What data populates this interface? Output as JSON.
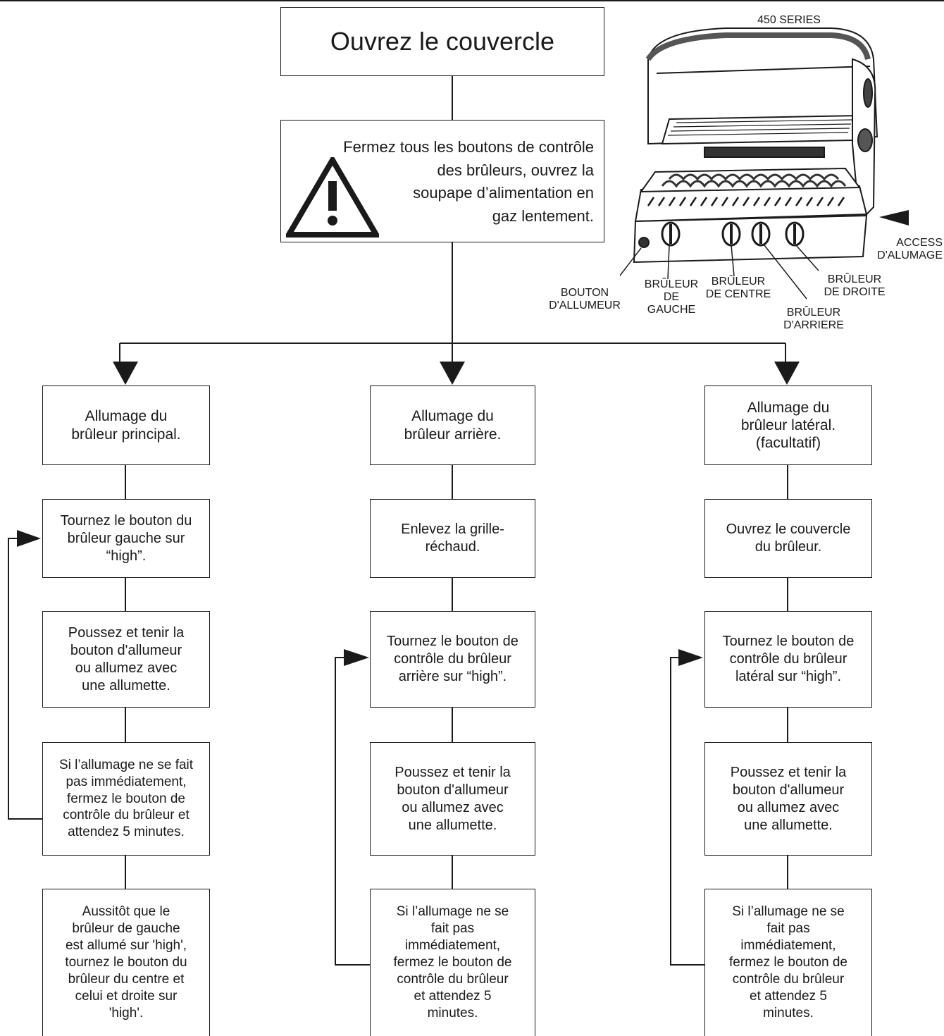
{
  "step_open_lid": "Ouvrez le couvercle",
  "step_close_knobs": "Fermez tous les boutons de contrôle\ndes brûleurs, ouvrez la\nsoupape d’alimentation en\ngaz lentement.",
  "grill": {
    "series": "450 SERIES",
    "labels": {
      "bouton_allumeur": "BOUTON\nD'ALLUMEUR",
      "bruleur_gauche": "BRÛLEUR\nDE\nGAUCHE",
      "bruleur_centre": "BRÛLEUR\nDE CENTRE",
      "bruleur_arriere": "BRÛLEUR\nD'ARRIERE",
      "bruleur_droite": "BRÛLEUR\nDE DROITE",
      "access": "ACCESS\nD'ALUMAGE"
    }
  },
  "branches": {
    "main": {
      "title": "Allumage du\nbrûleur principal.",
      "steps": [
        "Tournez le bouton du\nbrûleur gauche sur\n“high”.",
        "Poussez et tenir la\nbouton d'allumeur\nou allumez avec\nune allumette.",
        "Si l’allumage ne se fait\npas immédiatement,\nfermez le bouton de\ncontrôle du brûleur et\nattendez 5 minutes.",
        "Aussitôt que le\nbrûleur de gauche\nest allumé sur 'high',\ntournez le bouton du\nbrûleur du centre et\ncelui et droite sur\n'high'."
      ]
    },
    "rear": {
      "title": "Allumage du\nbrûleur arrière.",
      "steps": [
        "Enlevez la grille-\nréchaud.",
        "Tournez le bouton de\ncontrôle du brûleur\narrière sur “high”.",
        "Poussez et tenir la\nbouton d'allumeur\nou allumez avec\nune allumette.",
        "Si l’allumage ne se\nfait pas\nimmédiatement,\nfermez le bouton de\ncontrôle du brûleur\net attendez 5\nminutes."
      ]
    },
    "side": {
      "title": "Allumage du\nbrûleur latéral.\n(facultatif)",
      "steps": [
        "Ouvrez le couvercle\ndu brûleur.",
        "Tournez le bouton de\ncontrôle du brûleur\nlatéral sur “high”.",
        "Poussez et tenir la\nbouton d'allumeur\nou allumez avec\nune allumette.",
        "Si l’allumage ne se\nfait pas\nimmédiatement,\nfermez le bouton de\ncontrôle du brûleur\net attendez 5\nminutes."
      ]
    }
  }
}
